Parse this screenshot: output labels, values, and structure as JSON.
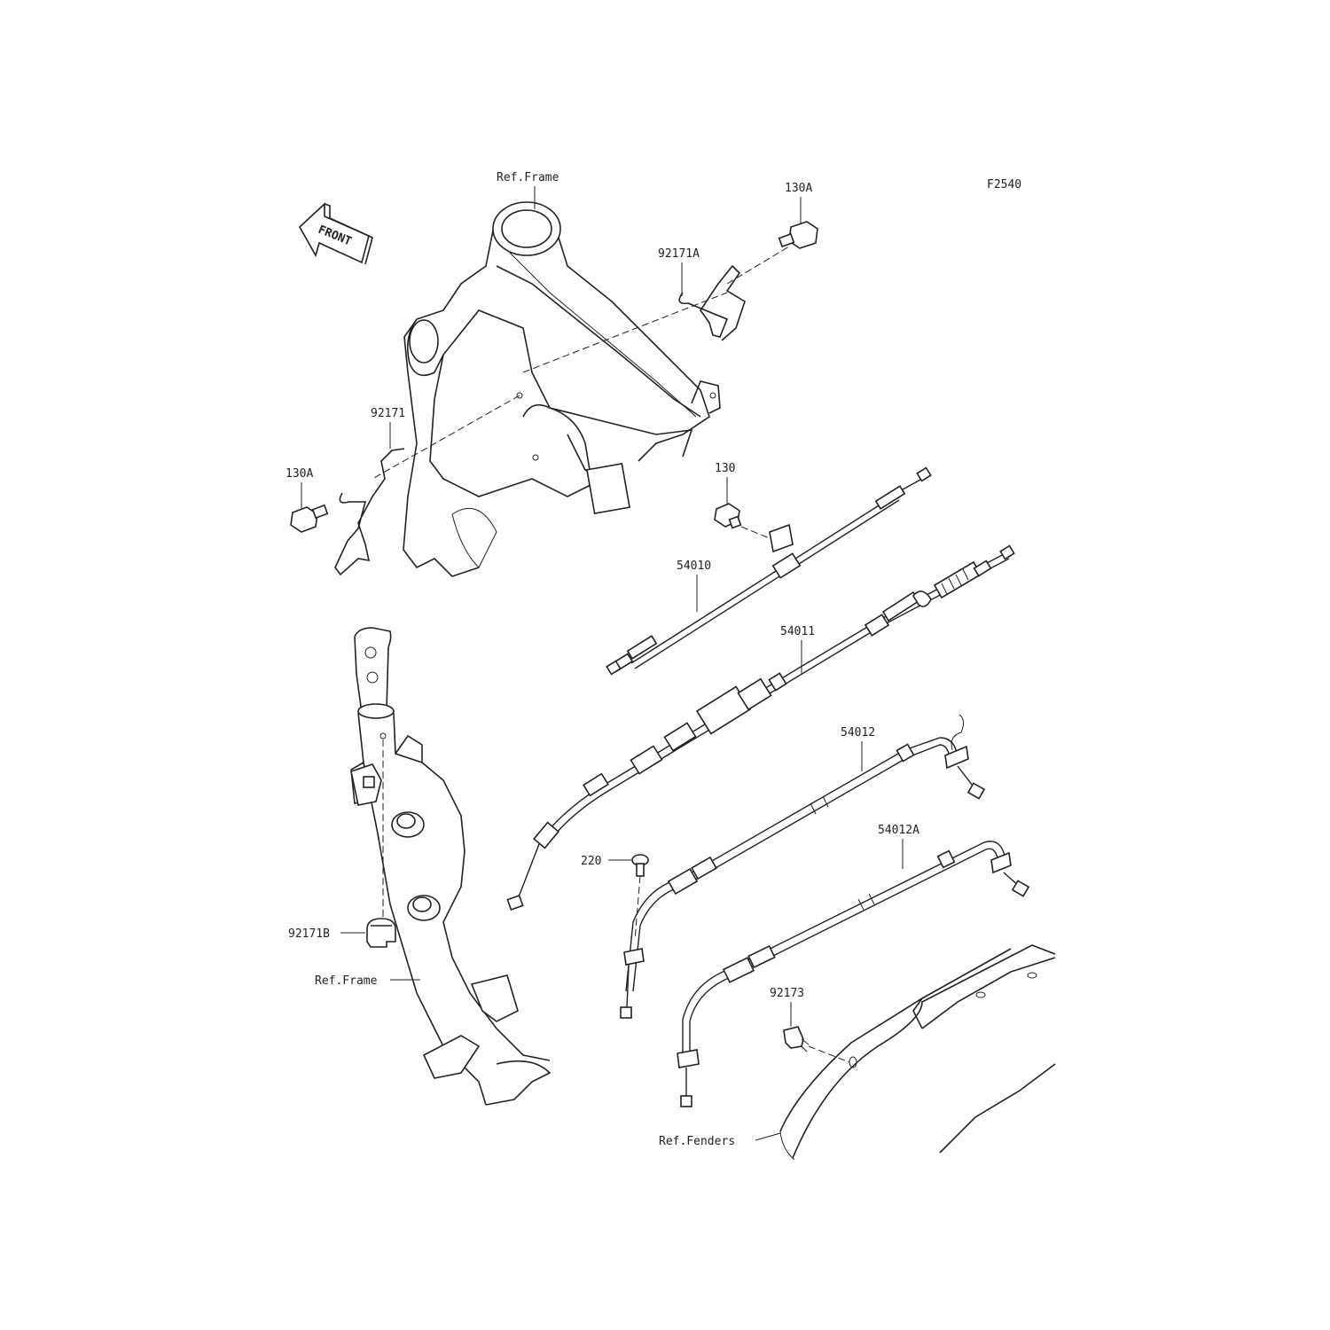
{
  "diagram": {
    "code": "F2540",
    "front_label": "FRONT",
    "refs": {
      "frame_top": "Ref.Frame",
      "frame_left": "Ref.Frame",
      "fenders": "Ref.Fenders"
    },
    "parts": {
      "bolt_130a_right": "130A",
      "bolt_130a_left": "130A",
      "clamp_92171a": "92171A",
      "clamp_92171": "92171",
      "bolt_130": "130",
      "cable_54010": "54010",
      "cable_54011": "54011",
      "cable_54012": "54012",
      "cable_54012a": "54012A",
      "screw_220": "220",
      "clamp_92171b": "92171B",
      "clip_92173": "92173"
    }
  }
}
